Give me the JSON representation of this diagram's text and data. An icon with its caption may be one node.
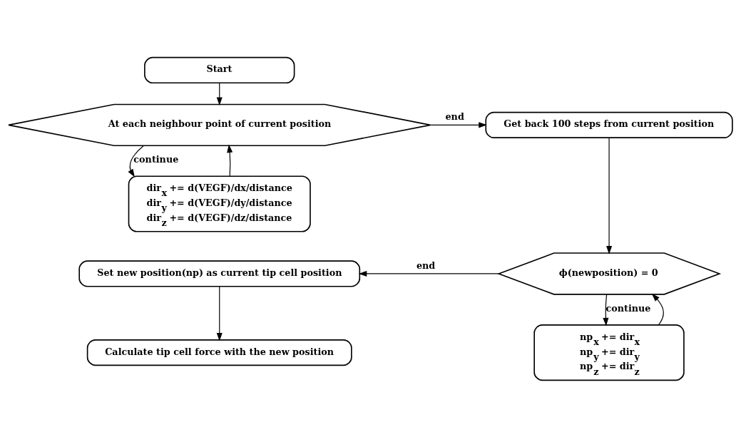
{
  "diagram": {
    "nodes": [
      {
        "text": [
          "Start"
        ]
      },
      {
        "text": [
          "At each neighbour point of current position"
        ]
      },
      {
        "text": [
          "Get back 100 steps from current position"
        ]
      },
      {
        "text": [
          "dir$_{x}$ += d(VEGF)/dx/distance",
          "dir$_{y}$ += d(VEGF)/dy/distance",
          "dir$_{z}$ += d(VEGF)/dz/distance"
        ]
      },
      {
        "text": [
          "Set new position(np) as current tip cell position"
        ]
      },
      {
        "text": [
          "ϕ(newposition) = 0"
        ]
      },
      {
        "text": [
          "Calculate tip cell force with the new position"
        ]
      },
      {
        "text": [
          "np$_{x}$ += dir$_{x}$",
          "np$_{y}$ += dir$_{y}$",
          "np$_{z}$ += dir$_{z}$"
        ]
      }
    ],
    "edges": [
      {
        "from": 0,
        "to": 1,
        "arrow": "to"
      },
      {
        "from": 1,
        "to": 2,
        "arrow": "to",
        "label": "end"
      },
      {
        "from": 1,
        "to": 3,
        "arrow": "to",
        "label": "continue"
      },
      {
        "from": 3,
        "to": 1,
        "arrow": "to"
      },
      {
        "from": 2,
        "to": 5,
        "arrow": "to"
      },
      {
        "from": 5,
        "to": 4,
        "arrow": "to",
        "label": "end"
      },
      {
        "from": 5,
        "to": 7,
        "arrow": "to",
        "label": "continue"
      },
      {
        "from": 7,
        "to": 5,
        "arrow": "to"
      },
      {
        "from": 4,
        "to": 6,
        "arrow": "to"
      }
    ]
  }
}
